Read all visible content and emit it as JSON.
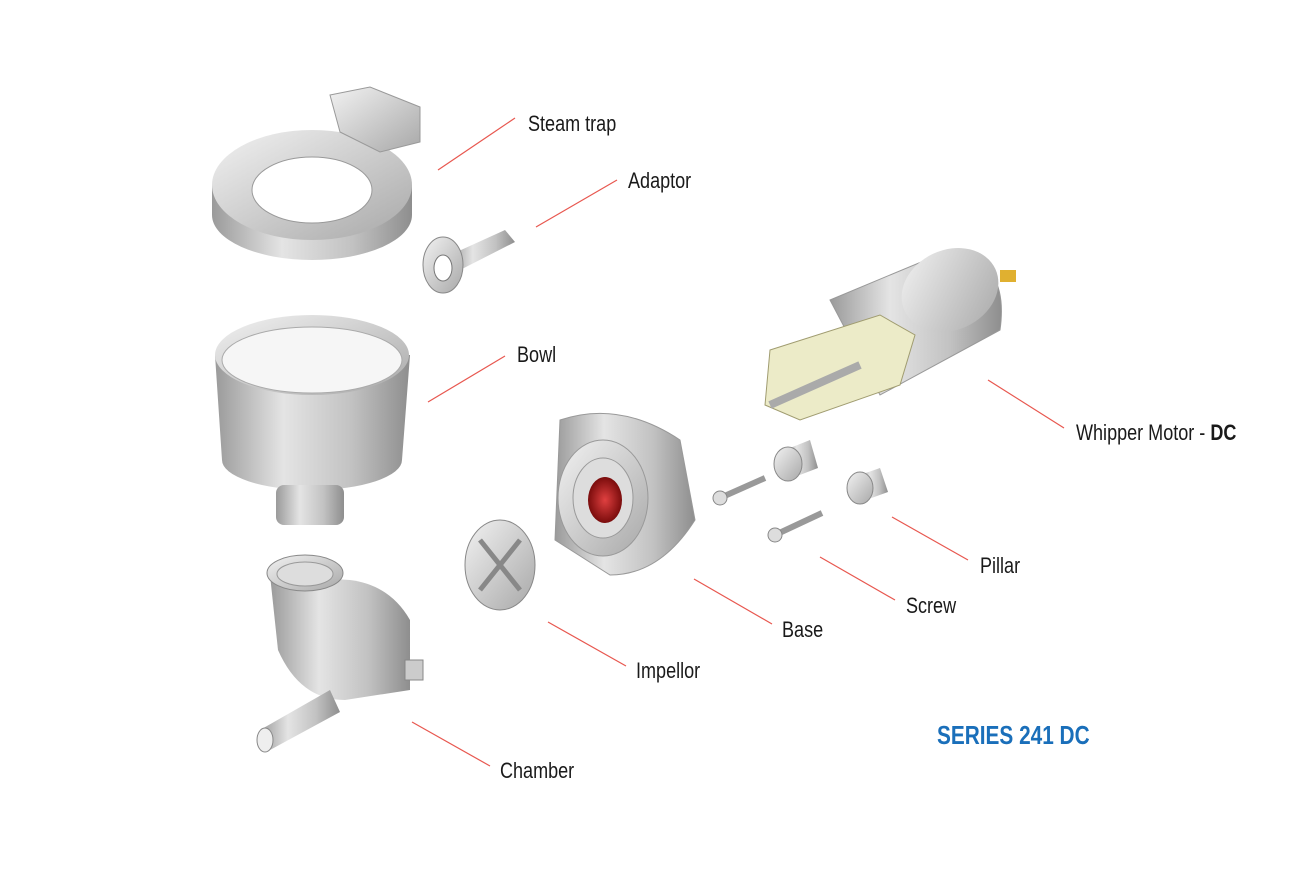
{
  "title": "SERIES 241 DC",
  "labels": {
    "steam_trap": "Steam trap",
    "adaptor": "Adaptor",
    "bowl": "Bowl",
    "whipper_motor": "Whipper Motor - ",
    "whipper_motor_bold": "DC",
    "pillar": "Pillar",
    "screw": "Screw",
    "base": "Base",
    "impellor": "Impellor",
    "chamber": "Chamber"
  },
  "colors": {
    "leader_line": "#e8574f",
    "title": "#1a6fba",
    "part": "#c8c8c8",
    "impeller_center": "#b01818"
  }
}
